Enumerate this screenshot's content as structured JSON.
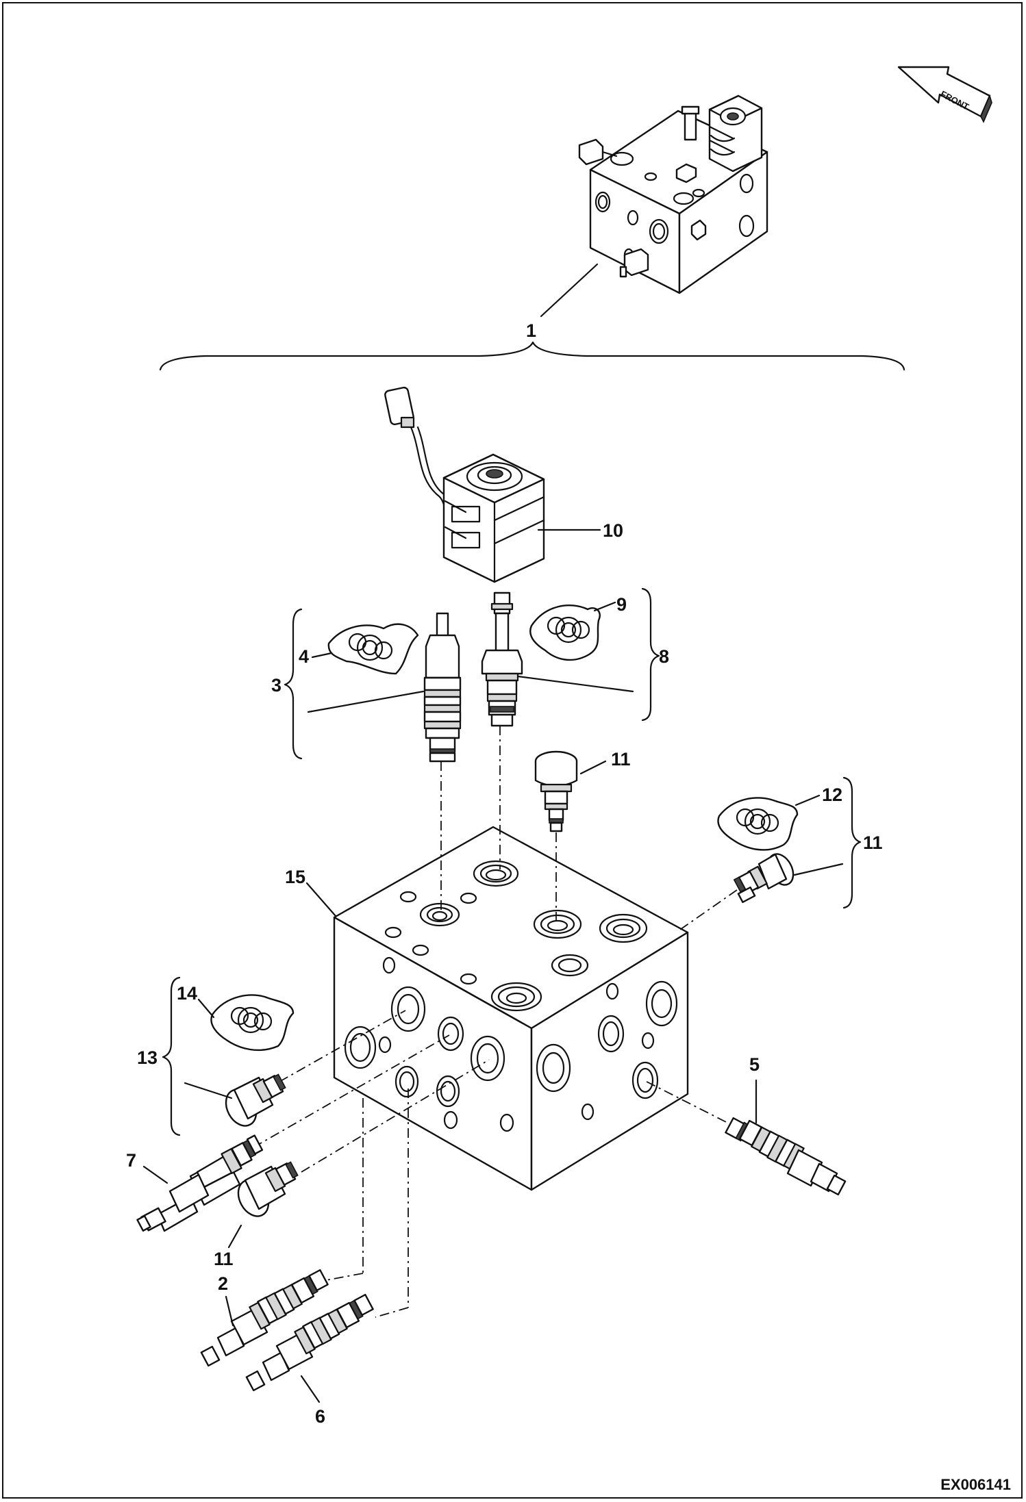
{
  "front_arrow_label": "FRONT",
  "document_code": "EX006141",
  "callouts": {
    "c1": "1",
    "c2": "2",
    "c3": "3",
    "c4": "4",
    "c5": "5",
    "c6": "6",
    "c7": "7",
    "c8": "8",
    "c9": "9",
    "c10": "10",
    "c11_top": "11",
    "c11_right": "11",
    "c11_bottom": "11",
    "c12": "12",
    "c13": "13",
    "c14": "14",
    "c15": "15"
  }
}
